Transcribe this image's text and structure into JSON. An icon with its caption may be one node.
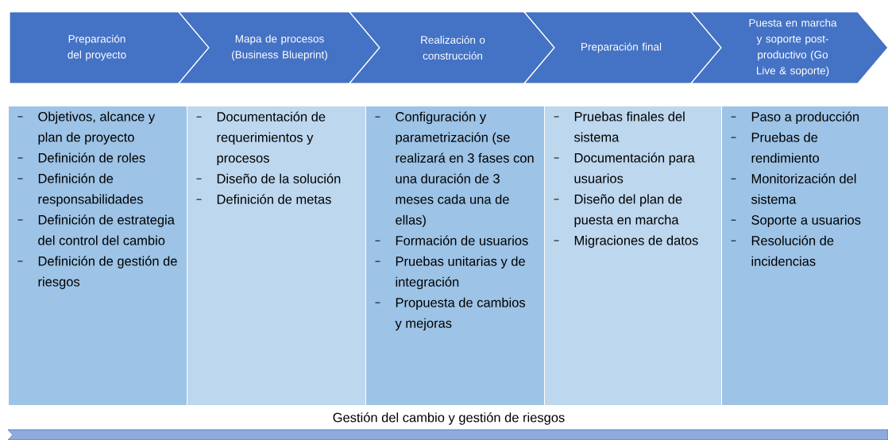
{
  "diagram": {
    "nodes": [
      {
        "text": [
          "Preparación del proyecto"
        ]
      },
      {
        "text": [
          "Mapa de procesos (Business Blueprint)"
        ]
      },
      {
        "text": [
          "Realización o construcción"
        ]
      },
      {
        "text": [
          "Preparación final"
        ]
      },
      {
        "text": [
          "Puesta en marcha y soporte post-productivo (Go Live & soporte)"
        ]
      },
      {
        "text": [
          "Objetivos, alcance y plan de proyecto",
          "Definición de roles",
          "Definición de responsabilidades",
          "Definición de estrategia del control del cambio",
          "Definición de gestión de riesgos"
        ]
      },
      {
        "text": [
          "Documentación de requerimientos y procesos",
          "Diseño de la solución",
          "Definición de metas"
        ]
      },
      {
        "text": [
          "Configuración y parametrización (se realizará en 3 fases con una duración de 3 meses cada una de ellas)",
          "Formación de usuarios",
          "Pruebas unitarias y de integración",
          "Propuesta de cambios y mejoras"
        ]
      },
      {
        "text": [
          "Pruebas finales del sistema",
          "Documentación para usuarios",
          "Diseño del plan de puesta en marcha",
          "Migraciones de datos"
        ]
      },
      {
        "text": [
          "Paso a producción",
          "Pruebas de rendimiento",
          "Monitorización del sistema",
          "Soporte a usuarios",
          "Resolución de incidencias"
        ]
      },
      {
        "text": [
          "Gestión del cambio y gestión de riesgos"
        ]
      }
    ]
  }
}
